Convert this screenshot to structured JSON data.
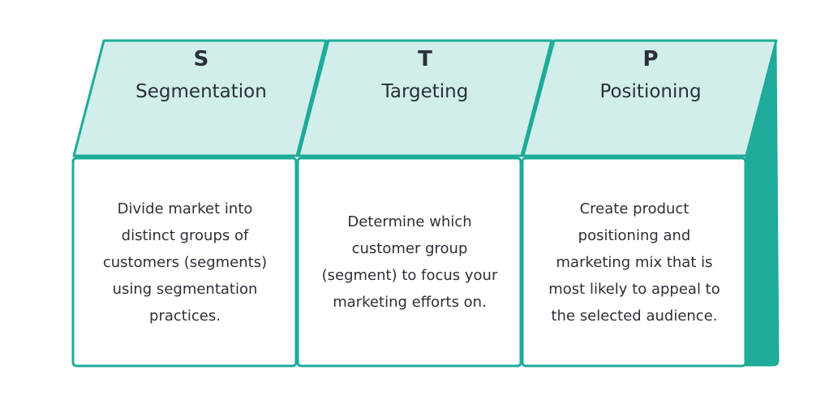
{
  "colors": {
    "border": "#1eab99",
    "header_fill": "#d1eeea",
    "side_fill": "#1eab99",
    "text": "#2b3038"
  },
  "stages": [
    {
      "letter": "S",
      "title": "Segmentation",
      "description": "Divide market into distinct groups of customers (segments) using segmentation practices."
    },
    {
      "letter": "T",
      "title": "Targeting",
      "description": "Determine which customer group (segment) to focus your marketing efforts on."
    },
    {
      "letter": "P",
      "title": "Positioning",
      "description": "Create product positioning and marketing mix that is most likely to appeal to the selected audience."
    }
  ]
}
